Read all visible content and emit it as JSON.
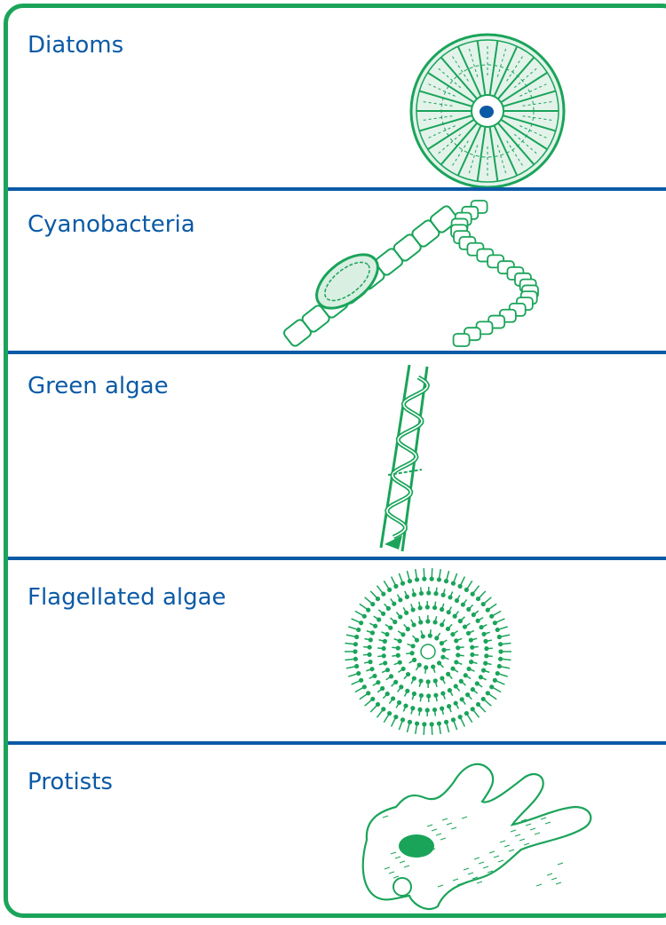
{
  "colors": {
    "border": "#1aa45a",
    "divider": "#0b5aa6",
    "label": "#0b5aa6",
    "illustration": "#1aa45a",
    "light_fill": "#d4ecdf"
  },
  "panels": [
    {
      "label": "Diatoms",
      "icon": "diatom-icon"
    },
    {
      "label": "Cyanobacteria",
      "icon": "cyanobacteria-filament-icon"
    },
    {
      "label": "Green algae",
      "icon": "green-algae-filament-icon"
    },
    {
      "label": "Flagellated algae",
      "icon": "flagellated-colony-icon"
    },
    {
      "label": "Protists",
      "icon": "amoeba-icon"
    }
  ]
}
